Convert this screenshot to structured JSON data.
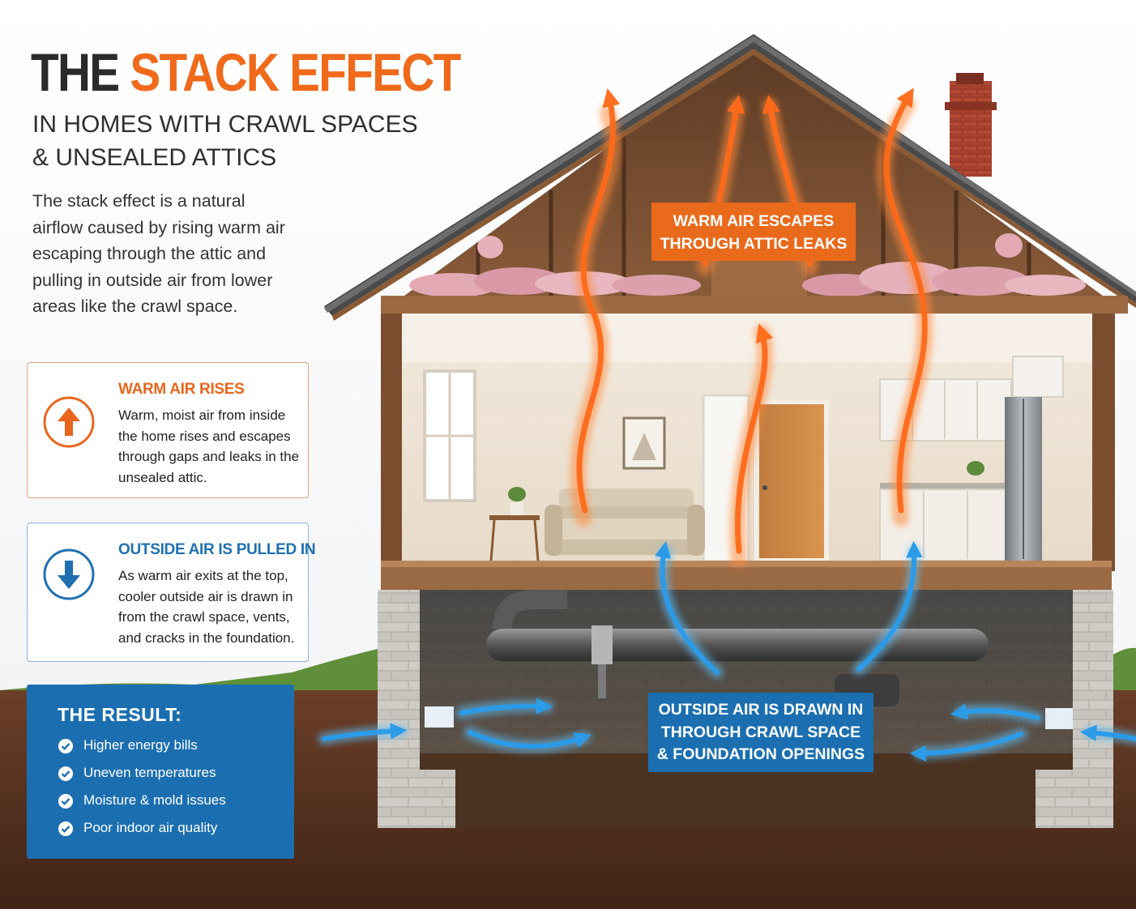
{
  "header": {
    "title_lead": "THE",
    "title_accent": "STACK EFFECT",
    "subtitle_line1": "IN HOMES WITH CRAWL SPACES",
    "subtitle_line2": "& UNSEALED ATTICS"
  },
  "intro": "The stack effect is a natural airflow caused by rising warm air escaping through the attic and pulling in outside air from lower areas like the crawl space.",
  "cards": [
    {
      "heading": "WARM AIR RISES",
      "body": "Warm, moist air from inside the home rises and escapes through gaps and leaks in the unsealed attic.",
      "icon": "arrow-up-circle-icon",
      "color": "#e8661e"
    },
    {
      "heading": "OUTSIDE AIR IS PULLED IN",
      "body": "As warm air exits at the top, cooler outside air is drawn in from the crawl space, vents, and cracks in the foundation.",
      "icon": "arrow-down-circle-icon",
      "color": "#1f70b0"
    }
  ],
  "result": {
    "heading": "THE RESULT:",
    "items": [
      "Higher energy bills",
      "Uneven temperatures",
      "Moisture & mold issues",
      "Poor indoor air quality"
    ],
    "icon": "check-circle-icon"
  },
  "callouts": {
    "attic_line1": "WARM AIR ESCAPES",
    "attic_line2": "THROUGH ATTIC LEAKS",
    "crawl_line1": "OUTSIDE AIR IS DRAWN IN",
    "crawl_line2": "THROUGH CRAWL SPACE",
    "crawl_line3": "& FOUNDATION OPENINGS"
  },
  "colors": {
    "warm_accent": "#f06a1c",
    "cool_accent": "#1b6fb0",
    "text_dark": "#2b2b2b"
  }
}
